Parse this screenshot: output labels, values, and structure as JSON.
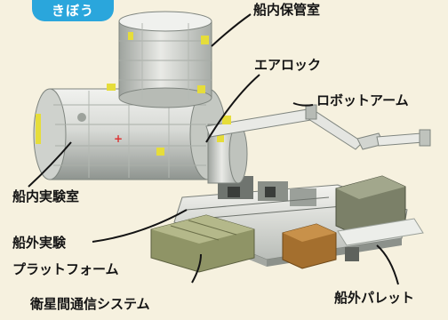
{
  "badge": {
    "text": "きぼう"
  },
  "labels": {
    "storage": "船内保管室",
    "airlock": "エアロック",
    "robot_arm": "ロボットアーム",
    "lab": "船内実験室",
    "exposed_platform_line1": "船外実験",
    "exposed_platform_line2": "プラットフォーム",
    "comm_system": "衛星間通信システム",
    "pallet": "船外パレット"
  },
  "colors": {
    "background": "#f6f1df",
    "badge": "#2aa6dc",
    "module": "#d9dbd8",
    "handrail": "#e6dd3a"
  }
}
